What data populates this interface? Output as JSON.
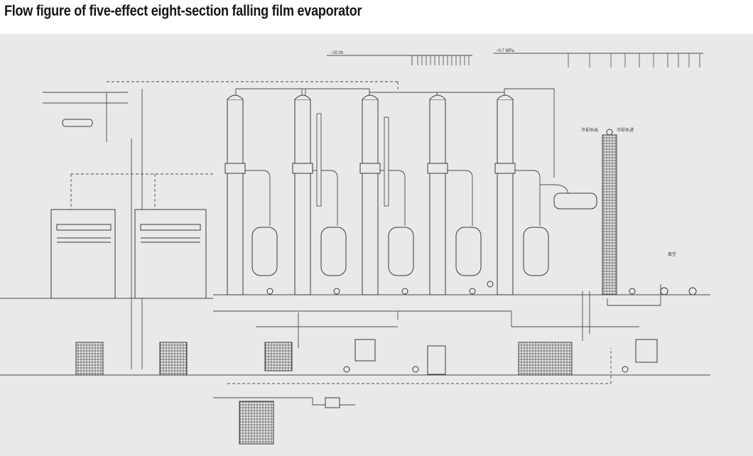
{
  "title": "Flow figure of five-effect eight-section falling film evaporator",
  "colors": {
    "background": "#ffffff",
    "drawing_area": "#e9e9e9",
    "line": "#4a4a4a",
    "title": "#151515"
  },
  "labels": {
    "top_left_pressure": "~20 t/h",
    "top_right_pressure": "~0.7 MPa",
    "condenser_top_left": "冷却水出",
    "condenser_top_right": "冷却水进",
    "vacuum": "真空"
  },
  "equipment": {
    "effect_count": 5,
    "columns": 5,
    "separators": 5,
    "condenser": 1,
    "tanks_bottom": 6
  }
}
